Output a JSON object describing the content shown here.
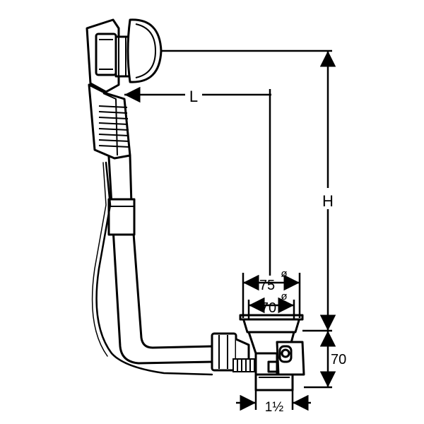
{
  "labels": {
    "L": "L",
    "H": "H",
    "d75": "75",
    "d70": "70",
    "dia": "ø",
    "h70": "70",
    "thread": "1½"
  },
  "colors": {
    "ink": "#000000",
    "paper": "#ffffff"
  }
}
